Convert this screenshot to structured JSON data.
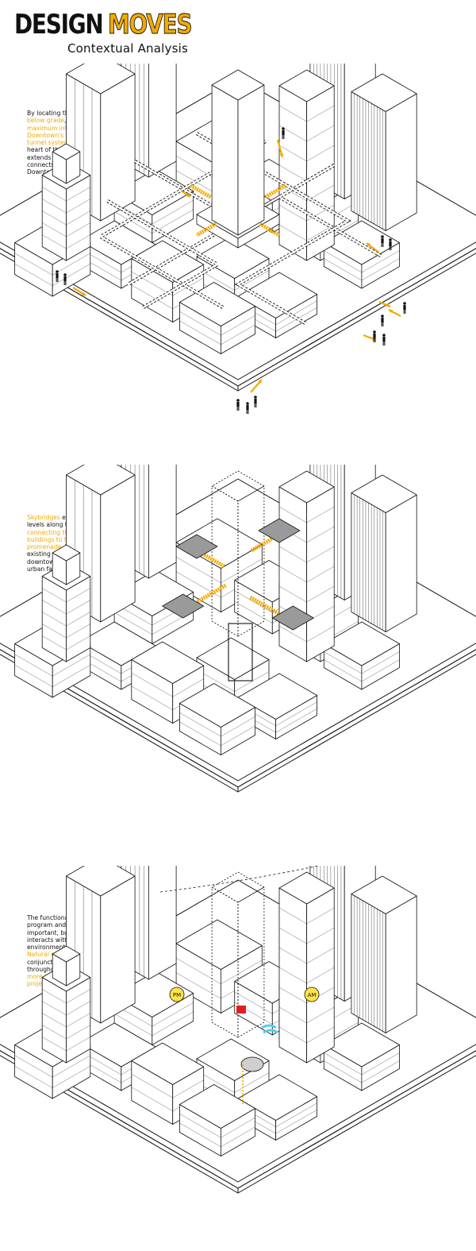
{
  "title": {
    "word1": "DESIGN",
    "word2": "MOVES"
  },
  "subtitle": "Contextual Analysis",
  "colors": {
    "accent": "#f2a900",
    "ink": "#111111",
    "sun": "#ffe44a",
    "fire": "#e02020",
    "water": "#58c8f0"
  },
  "panels": [
    {
      "name": "tunnel-system",
      "segments": [
        {
          "text": "By locating the building's ",
          "hl": false
        },
        {
          "text": "podium below grade",
          "hl": true
        },
        {
          "text": ", this allows for ",
          "hl": false
        },
        {
          "text": "maximum integration into Downtown's existing pedestrian tunnel system",
          "hl": true
        },
        {
          "text": ". The project is at the heart of the tunnel network that extends in all directions which connects the majority of Downtown's high rises",
          "hl": false
        }
      ]
    },
    {
      "name": "skybridges",
      "segments": [
        {
          "text": "Skybridges",
          "hl": true
        },
        {
          "text": " extend out from various levels along the \"urban ramp\" ",
          "hl": false
        },
        {
          "text": "connecting the nearby office buildings to the public vertical promenade",
          "hl": true
        },
        {
          "text": ". This takes what is an existing privatised element in their downtown and uses it to unify the urban fabric rather than fragment",
          "hl": false
        }
      ]
    },
    {
      "name": "sustainability",
      "segments": [
        {
          "text": "The functionality of the building's program and conceptual ideas are important, but the way the design interacts with its surrounding environment is fundamental. ",
          "hl": false
        },
        {
          "text": "Natural elements",
          "hl": true
        },
        {
          "text": " integrated in conjunction with ",
          "hl": false
        },
        {
          "text": "natural vegetation",
          "hl": true
        },
        {
          "text": " throughout the design result in a ",
          "hl": false
        },
        {
          "text": "more healthy and sustainable project",
          "hl": true
        },
        {
          "text": " for the occupants",
          "hl": false
        }
      ]
    }
  ],
  "sun_labels": {
    "pm": "PM",
    "am": "AM"
  }
}
